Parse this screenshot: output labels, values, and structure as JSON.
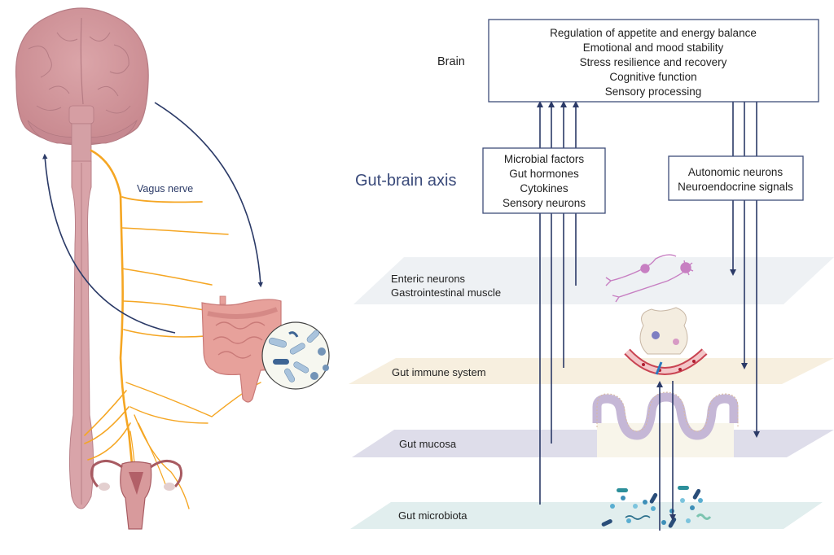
{
  "left_panel": {
    "vagus_label": "Vagus nerve",
    "organs": [
      "brain",
      "spinal-cord",
      "intestines",
      "bacteria-magnifier",
      "uterus"
    ],
    "colors": {
      "tissue": "#d39a9f",
      "nerve": "#f5a623",
      "arrow": "#2b3a67"
    }
  },
  "right_panel": {
    "brain_label": "Brain",
    "axis_title": "Gut-brain axis",
    "brain_functions": [
      "Regulation of appetite and energy balance",
      "Emotional and mood stability",
      "Stress resilience and recovery",
      "Cognitive function",
      "Sensory processing"
    ],
    "afferent_box": [
      "Microbial factors",
      "Gut hormones",
      "Cytokines",
      "Sensory neurons"
    ],
    "efferent_box": [
      "Autonomic neurons",
      "Neuroendocrine signals"
    ],
    "layers": [
      {
        "lines": [
          "Enteric neurons",
          "Gastrointestinal muscle"
        ],
        "color": "#eef1f4"
      },
      {
        "lines": [
          "Gut immune system"
        ],
        "color": "#f7efdf"
      },
      {
        "lines": [
          "Gut mucosa"
        ],
        "color": "#deddea"
      },
      {
        "lines": [
          "Gut microbiota"
        ],
        "color": "#e1eeee"
      }
    ],
    "colors": {
      "arrow": "#2b3a67",
      "title": "#3a4a7a"
    }
  }
}
